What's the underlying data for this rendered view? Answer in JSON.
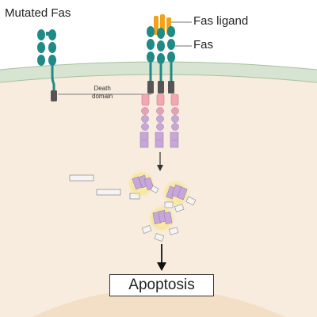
{
  "labels": {
    "mutated_fas": "Mutated Fas",
    "fas_ligand": "Fas ligand",
    "fas": "Fas",
    "death_domain_line1": "Death",
    "death_domain_line2": "domain",
    "apoptosis": "Apoptosis"
  },
  "colors": {
    "membrane": "#d8e4d2",
    "membrane_line": "#a9bfa2",
    "cytoplasm": "#f7ecdd",
    "nucleus": "#f3dfc6",
    "fas_teal": "#1f8a86",
    "ligand_orange": "#f0a21c",
    "death_domain": "#555555",
    "adaptor_pink": "#f2a7b3",
    "caspase_lavender": "#c7a7d9",
    "glow": "#f6e27a"
  }
}
